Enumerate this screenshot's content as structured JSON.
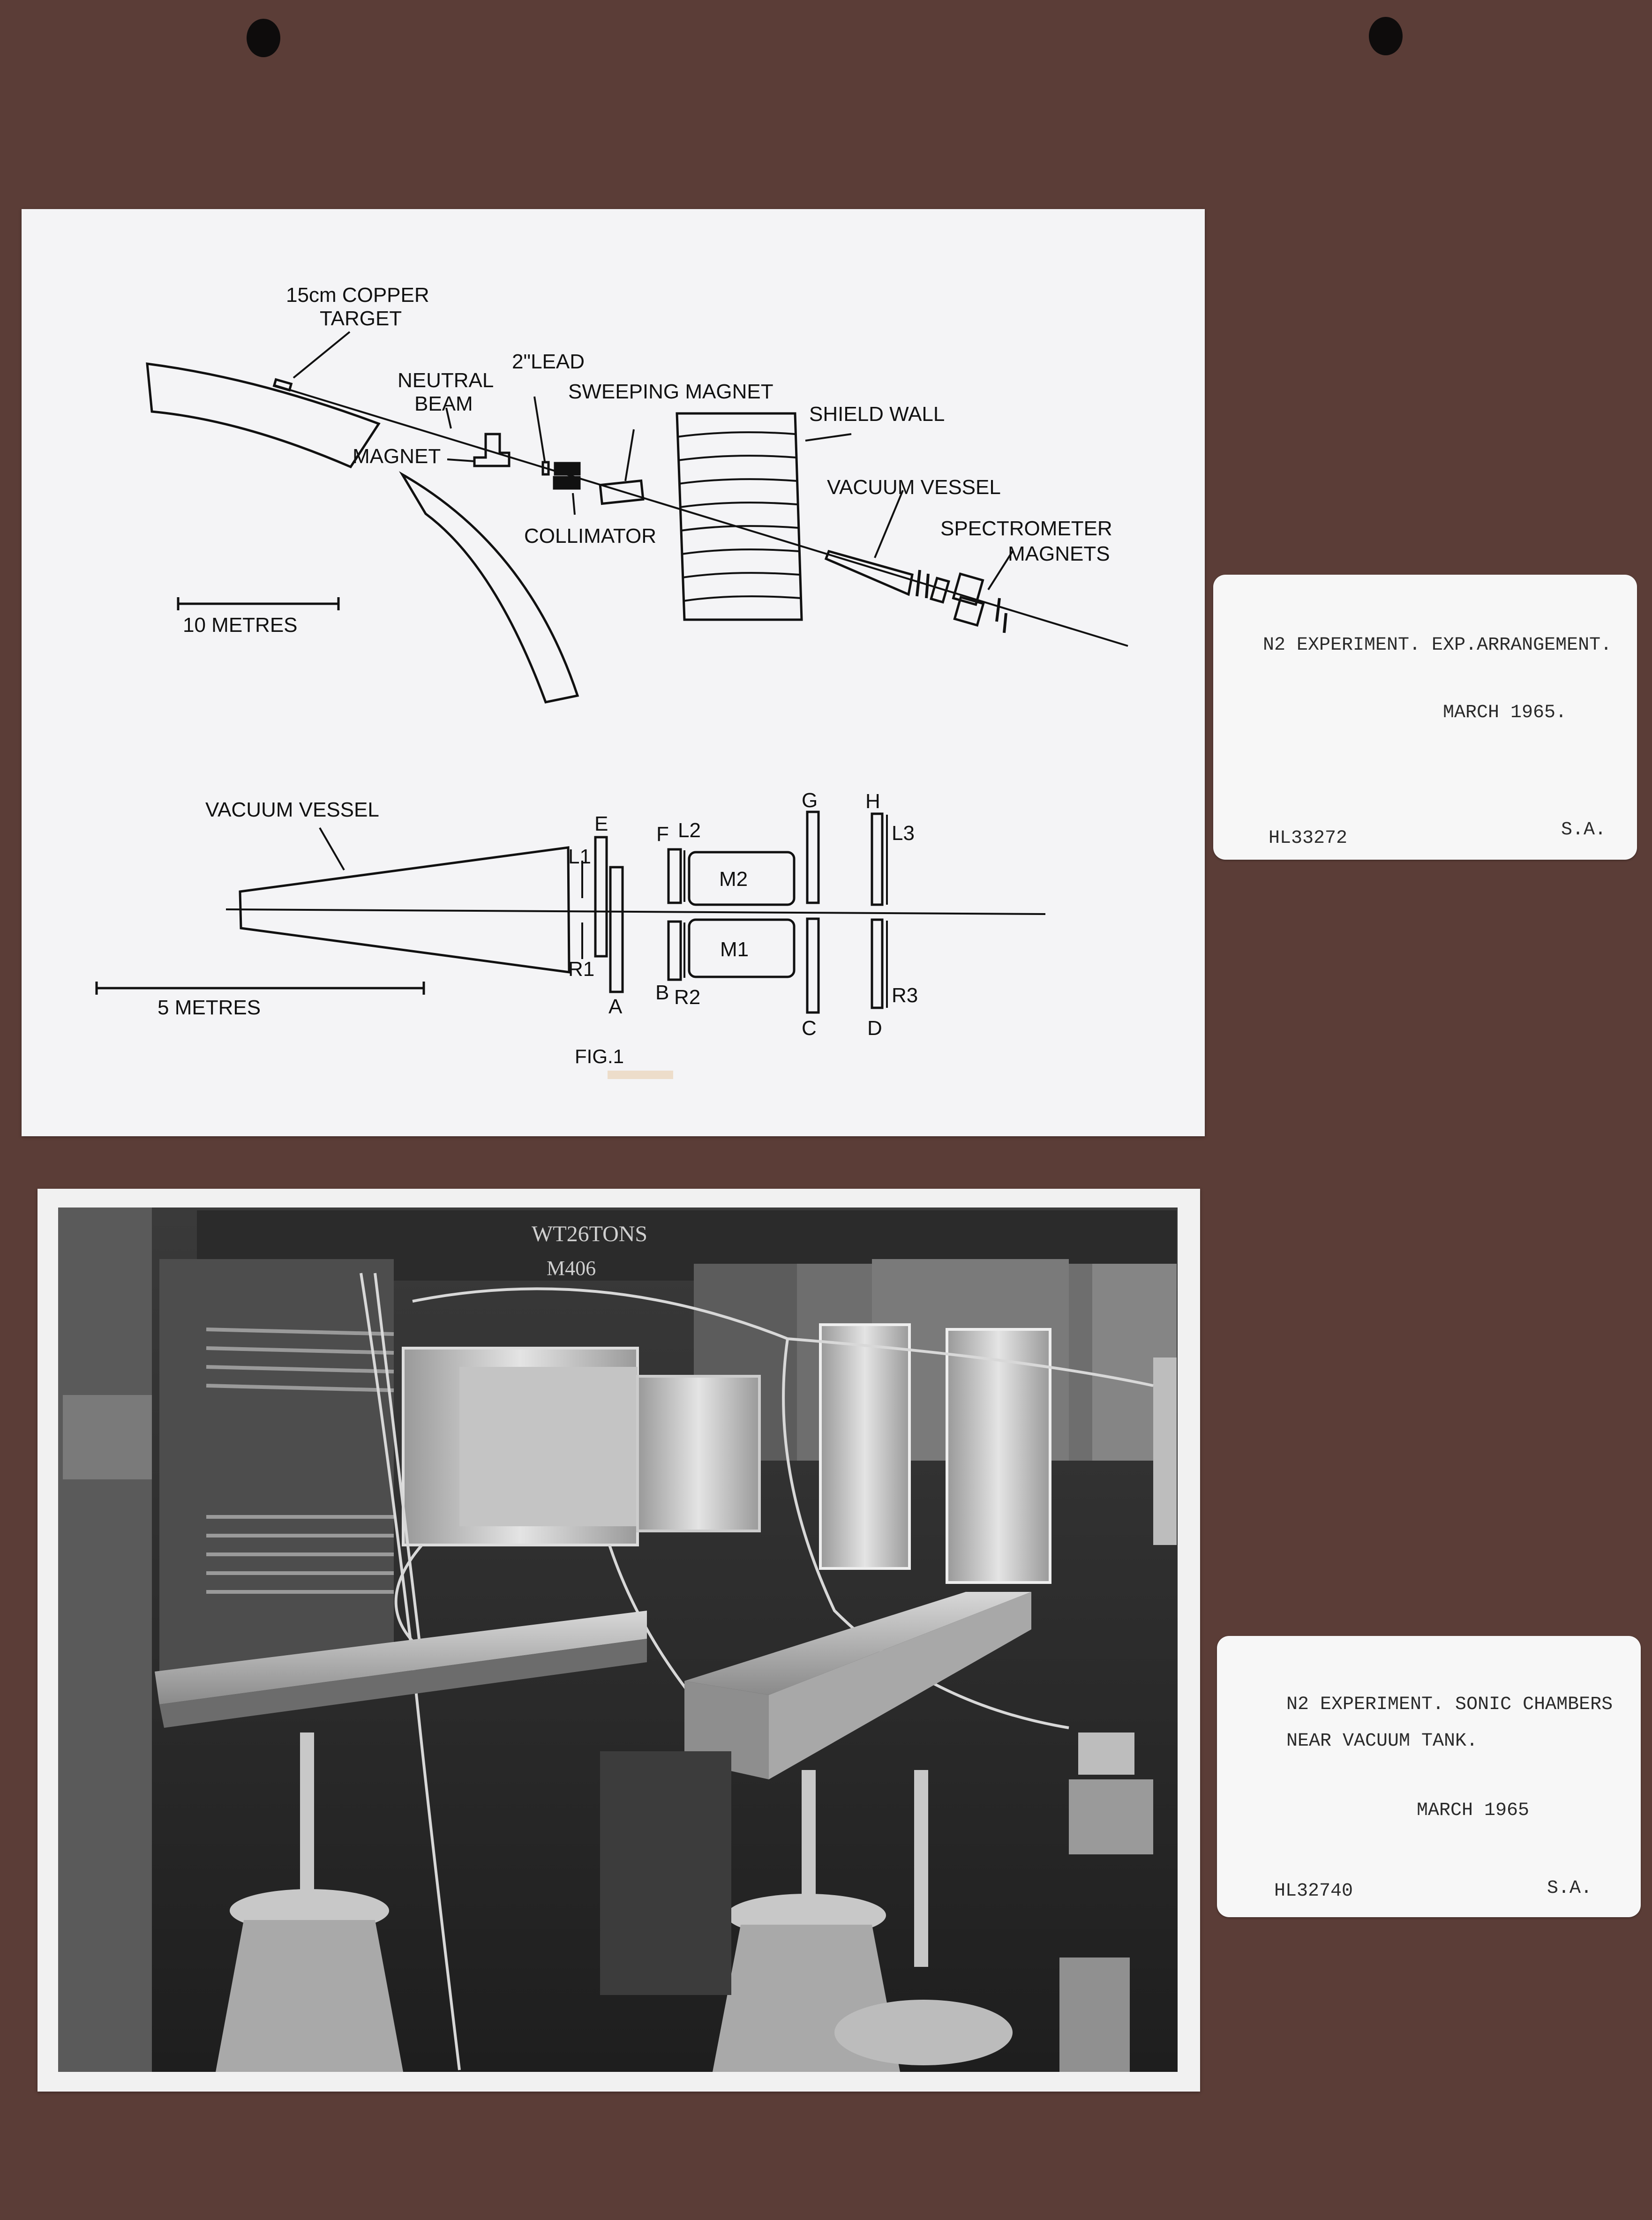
{
  "diagram": {
    "plan": {
      "target_label_1": "15cm COPPER",
      "target_label_2": "TARGET",
      "neutral_label_1": "NEUTRAL",
      "neutral_label_2": "BEAM",
      "magnet_label": "MAGNET",
      "lead_label": "2\"LEAD",
      "sweeping_label": "SWEEPING MAGNET",
      "shield_label": "SHIELD WALL",
      "vacuum_label": "VACUUM VESSEL",
      "spectrometer_label_1": "SPECTROMETER",
      "spectrometer_label_2": "MAGNETS",
      "collimator_label": "COLLIMATOR",
      "scale_label": "10 METRES"
    },
    "detail": {
      "vacuum_label": "VACUUM VESSEL",
      "scale_label": "5 METRES",
      "labels": {
        "L1": "L1",
        "R1": "R1",
        "E": "E",
        "A": "A",
        "F": "F",
        "L2": "L2",
        "B": "B",
        "R2": "R2",
        "M1": "M1",
        "M2": "M2",
        "G": "G",
        "C": "C",
        "H": "H",
        "L3": "L3",
        "D": "D",
        "R3": "R3"
      }
    },
    "caption": "FIG.1",
    "colors": {
      "ink": "#111111",
      "paper": "#f4f4f6"
    }
  },
  "photo": {
    "stencil_1": "WT26TONS",
    "stencil_2": "M406"
  },
  "cards": [
    {
      "line1": "N2 EXPERIMENT.  EXP.ARRANGEMENT.",
      "date": "MARCH 1965.",
      "ref": "HL33272",
      "initials": "S.A."
    },
    {
      "line1": "N2 EXPERIMENT.  SONIC CHAMBERS",
      "line2": "NEAR VACUUM TANK.",
      "date": "MARCH 1965",
      "ref": "HL32740",
      "initials": "S.A."
    }
  ],
  "colors": {
    "backing": "#5b3d37",
    "card": "#f7f7f7"
  }
}
